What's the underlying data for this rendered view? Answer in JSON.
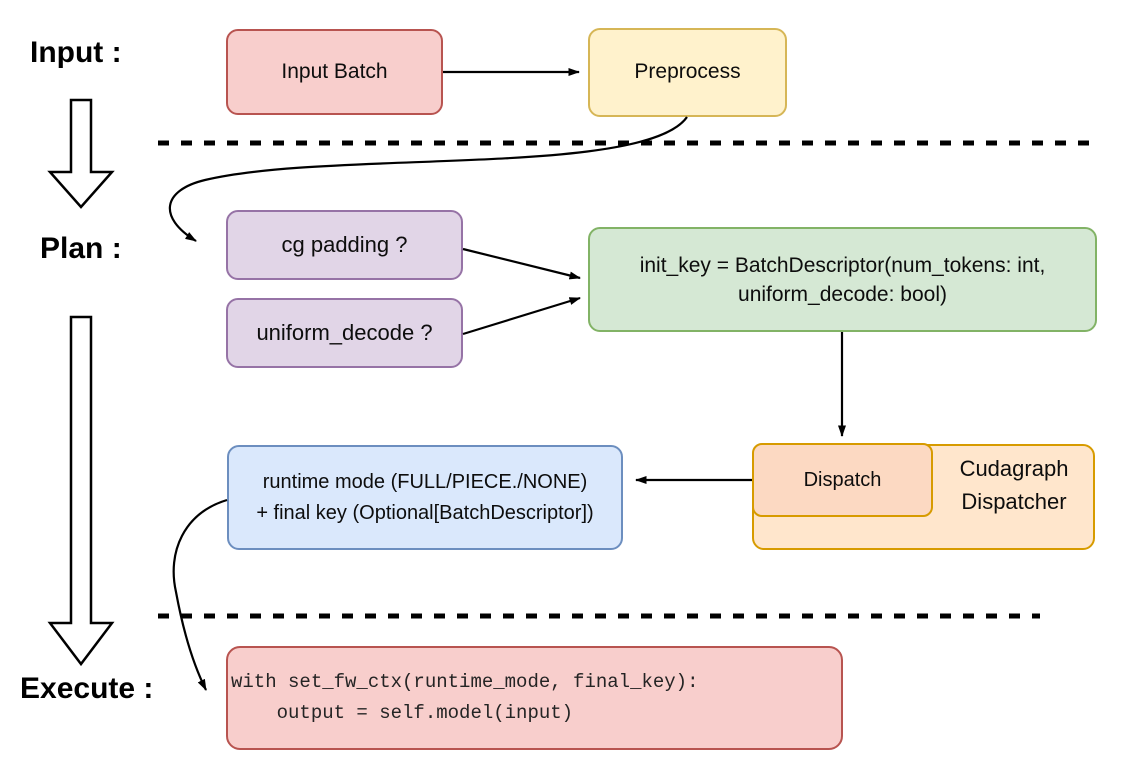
{
  "section_labels": {
    "input": "Input :",
    "plan": "Plan :",
    "execute": "Execute :"
  },
  "nodes": {
    "input_batch": {
      "label": "Input Batch",
      "fill": "#f8cecc",
      "border": "#b85450"
    },
    "preprocess": {
      "label": "Preprocess",
      "fill": "#fff2cc",
      "border": "#d6b656"
    },
    "cg_padding": {
      "label": "cg padding ?",
      "fill": "#e1d5e7",
      "border": "#9673a6"
    },
    "uniform_decode": {
      "label": "uniform_decode ?",
      "fill": "#e1d5e7",
      "border": "#9673a6"
    },
    "init_key": {
      "lines": [
        "init_key = BatchDescriptor(num_tokens: int,",
        "uniform_decode: bool)"
      ],
      "fill": "#d5e8d4",
      "border": "#82b366"
    },
    "dispatch": {
      "label": "Dispatch",
      "fill": "#fcd9c2",
      "border": "#d79b00"
    },
    "cudagraph_dispatcher": {
      "lines": [
        "Cudagraph",
        "Dispatcher"
      ],
      "fill": "#ffe6cc",
      "border": "#d79b00"
    },
    "runtime_mode": {
      "lines": [
        "runtime mode (FULL/PIECE./NONE)",
        "+ final key (Optional[BatchDescriptor])"
      ],
      "fill": "#dae8fc",
      "border": "#6c8ebf"
    },
    "execute_code": {
      "lines": [
        "with set_fw_ctx(runtime_mode, final_key):",
        "    output = self.model(input)"
      ],
      "fill": "#f8cecc",
      "border": "#b85450"
    }
  },
  "connector_color": "#000000"
}
